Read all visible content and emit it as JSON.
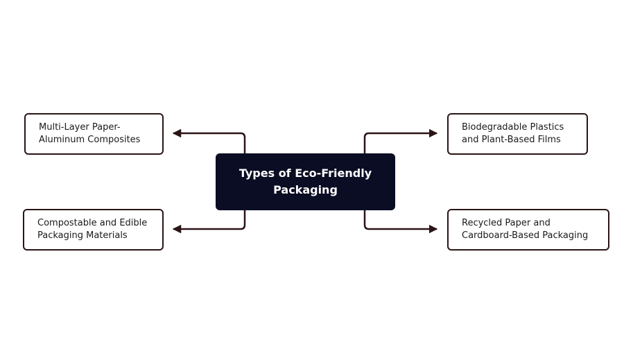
{
  "diagram": {
    "central": {
      "title": "Types of Eco-Friendly\nPackaging"
    },
    "nodes": [
      {
        "id": "tl",
        "label": "Multi-Layer Paper-\nAluminum Composites"
      },
      {
        "id": "bl",
        "label": "Compostable and Edible\nPackaging Materials"
      },
      {
        "id": "tr",
        "label": "Biodegradable Plastics\nand Plant-Based Films"
      },
      {
        "id": "br",
        "label": "Recycled Paper and\nCardboard-Based Packaging"
      }
    ]
  },
  "colors": {
    "central_fill": "#0b0d24",
    "central_text": "#ffffff",
    "node_border": "#2a1416",
    "connector": "#2a1416",
    "node_text": "#1a1a1a",
    "background": "#ffffff"
  }
}
